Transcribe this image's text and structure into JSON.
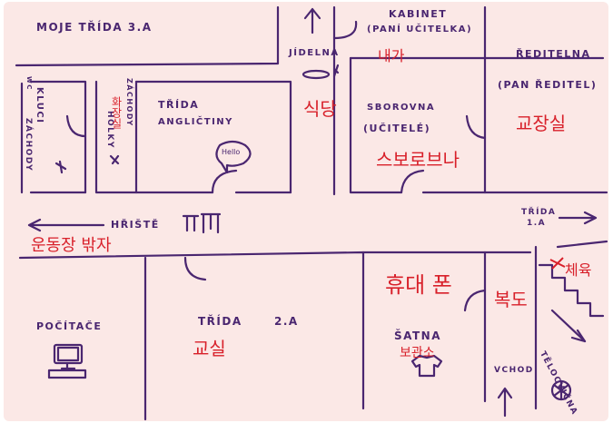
{
  "map": {
    "title": "MOJE TŘÍDA 3.A",
    "wc": "WC",
    "kluci": "KLUCI",
    "zachody_left": "ZÁCHODY",
    "zachody_right": "ZÁCHODY",
    "holky": "HOLKY",
    "holky_kr": "화장실",
    "trida_anglictiny_1": "TŘÍDA",
    "trida_anglictiny_2": "ANGLIČTINY",
    "hello": "Hello",
    "jidelna": "JÍDELNA",
    "jidelna_kr": "식당",
    "kabinet_1": "KABINET",
    "kabinet_2": "(PANÍ UČITELKA)",
    "kabinet_kr": "내가",
    "sborovna_1": "SBOROVNA",
    "sborovna_2": "(UČITELÉ)",
    "sborovna_kr": "스보로브나",
    "reditelna_1": "ŘEDITELNA",
    "reditelna_2": "(PAN ŘEDITEL)",
    "reditelna_kr": "교장실",
    "hriste": "HŘIŠTĚ",
    "hriste_kr": "운동장 밖자",
    "trida_1a_1": "TŘÍDA",
    "trida_1a_2": "1.A",
    "pocitace": "POČÍTAČE",
    "trida_2a_1": "TŘÍDA",
    "trida_2a_2": "2.A",
    "trida_2a_kr": "교실",
    "satna": "ŠATNA",
    "satna_kr_top": "휴대 폰",
    "satna_kr_bottom": "보관소",
    "vchod": "VCHOD",
    "vchod_kr": "복도",
    "telocvicna": "TĚLOCVIČNA",
    "telocvicna_kr": "체육"
  },
  "colors": {
    "ink": "#4a2670",
    "korean": "#d8202a",
    "paper": "#fbe8e6"
  }
}
